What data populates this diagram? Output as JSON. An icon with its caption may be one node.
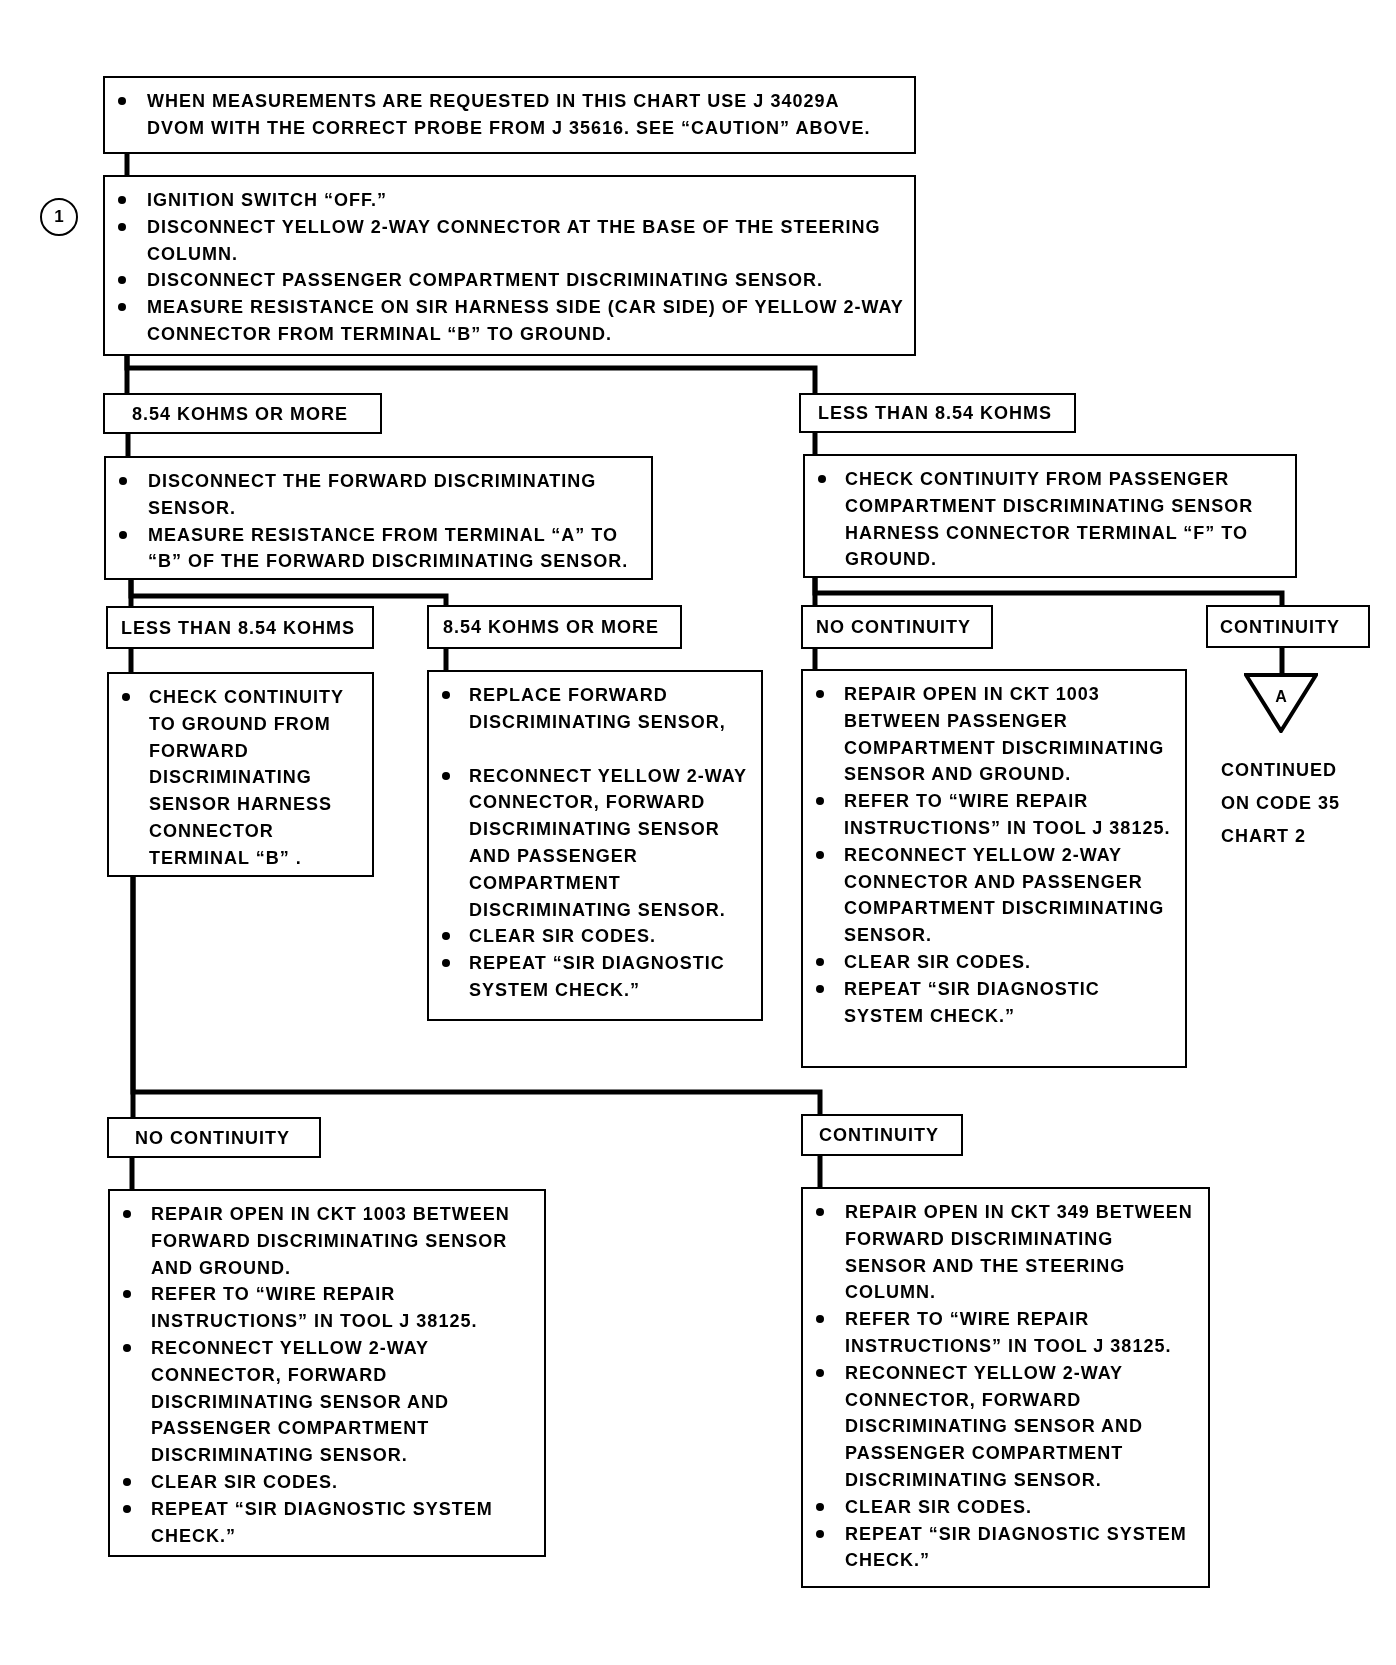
{
  "diagram": {
    "nodes": [
      {
        "text": [
          "WHEN MEASUREMENTS ARE REQUESTED IN THIS CHART USE J 34029A DVOM WITH THE CORRECT PROBE FROM J 35616. SEE “CAUTION” ABOVE."
        ]
      },
      {
        "text": [
          "1"
        ]
      },
      {
        "text": [
          "IGNITION SWITCH “OFF.”",
          "DISCONNECT YELLOW 2-WAY CONNECTOR AT THE BASE OF THE STEERING COLUMN.",
          "DISCONNECT PASSENGER COMPARTMENT DISCRIMINATING SENSOR.",
          "MEASURE RESISTANCE ON SIR HARNESS SIDE (CAR SIDE) OF YELLOW 2-WAY CONNECTOR FROM TERMINAL “B” TO GROUND."
        ]
      },
      {
        "text": [
          "8.54 KOHMS OR MORE"
        ]
      },
      {
        "text": [
          "LESS THAN 8.54 KOHMS"
        ]
      },
      {
        "text": [
          "DISCONNECT THE FORWARD DISCRIMINATING SENSOR.",
          "MEASURE RESISTANCE FROM TERMINAL “A” TO “B” OF THE FORWARD DISCRIMINATING SENSOR."
        ]
      },
      {
        "text": [
          "CHECK CONTINUITY FROM PASSENGER COMPARTMENT DISCRIMINATING SENSOR HARNESS CONNECTOR TERMINAL “F” TO GROUND."
        ]
      },
      {
        "text": [
          "LESS THAN 8.54 KOHMS"
        ]
      },
      {
        "text": [
          "8.54 KOHMS OR MORE"
        ]
      },
      {
        "text": [
          "NO CONTINUITY"
        ]
      },
      {
        "text": [
          "CONTINUITY"
        ]
      },
      {
        "text": [
          "CHECK CONTINUITY TO GROUND FROM FORWARD DISCRIMINATING SENSOR HARNESS CONNECTOR TERMINAL “B” ."
        ]
      },
      {
        "text": [
          "REPLACE FORWARD DISCRIMINATING SENSOR,",
          "RECONNECT YELLOW 2-WAY CONNECTOR, FORWARD DISCRIMINATING SENSOR AND PASSENGER COMPARTMENT DISCRIMINATING SENSOR.",
          "CLEAR SIR CODES.",
          "REPEAT “SIR DIAGNOSTIC SYSTEM CHECK.”"
        ]
      },
      {
        "text": [
          "REPAIR OPEN IN CKT 1003 BETWEEN PASSENGER COMPARTMENT DISCRIMINATING SENSOR AND GROUND.",
          "REFER TO “WIRE REPAIR INSTRUCTIONS” IN TOOL J 38125.",
          "RECONNECT YELLOW 2-WAY CONNECTOR AND PASSENGER COMPARTMENT DISCRIMINATING SENSOR.",
          "CLEAR SIR CODES.",
          "REPEAT “SIR DIAGNOSTIC SYSTEM CHECK.”"
        ]
      },
      {
        "text": [
          "A"
        ],
        "beside": [
          "CONTINUED ON CODE 35 CHART 2"
        ]
      },
      {
        "text": [
          "NO CONTINUITY"
        ]
      },
      {
        "text": [
          "CONTINUITY"
        ]
      },
      {
        "text": [
          "REPAIR OPEN IN CKT 1003 BETWEEN FORWARD DISCRIMINATING SENSOR AND GROUND.",
          "REFER TO “WIRE REPAIR INSTRUCTIONS” IN TOOL J 38125.",
          "RECONNECT YELLOW 2-WAY CONNECTOR, FORWARD DISCRIMINATING SENSOR AND PASSENGER COMPARTMENT DISCRIMINATING SENSOR.",
          "CLEAR SIR CODES.",
          "REPEAT “SIR DIAGNOSTIC SYSTEM CHECK.”"
        ]
      },
      {
        "text": [
          "REPAIR OPEN IN CKT 349 BETWEEN FORWARD DISCRIMINATING SENSOR AND THE STEERING COLUMN.",
          "REFER TO “WIRE REPAIR INSTRUCTIONS” IN TOOL J 38125.",
          "RECONNECT YELLOW 2-WAY CONNECTOR, FORWARD DISCRIMINATING SENSOR AND PASSENGER COMPARTMENT DISCRIMINATING SENSOR.",
          "CLEAR SIR CODES.",
          "REPEAT “SIR DIAGNOSTIC SYSTEM CHECK.”"
        ]
      }
    ],
    "edges": [
      {
        "from": 0,
        "to": 2,
        "arrow": "none"
      },
      {
        "from": 2,
        "to": 3,
        "arrow": "none"
      },
      {
        "from": 2,
        "to": 4,
        "arrow": "none"
      },
      {
        "from": 3,
        "to": 5,
        "arrow": "none"
      },
      {
        "from": 4,
        "to": 6,
        "arrow": "none"
      },
      {
        "from": 5,
        "to": 7,
        "arrow": "none"
      },
      {
        "from": 5,
        "to": 8,
        "arrow": "none"
      },
      {
        "from": 6,
        "to": 9,
        "arrow": "none"
      },
      {
        "from": 6,
        "to": 10,
        "arrow": "none"
      },
      {
        "from": 7,
        "to": 11,
        "arrow": "none"
      },
      {
        "from": 8,
        "to": 12,
        "arrow": "none"
      },
      {
        "from": 9,
        "to": 13,
        "arrow": "none"
      },
      {
        "from": 10,
        "to": 14,
        "arrow": "none"
      },
      {
        "from": 11,
        "to": 15,
        "arrow": "none"
      },
      {
        "from": 11,
        "to": 16,
        "arrow": "none"
      },
      {
        "from": 15,
        "to": 17,
        "arrow": "none"
      },
      {
        "from": 16,
        "to": 18,
        "arrow": "none"
      }
    ]
  }
}
